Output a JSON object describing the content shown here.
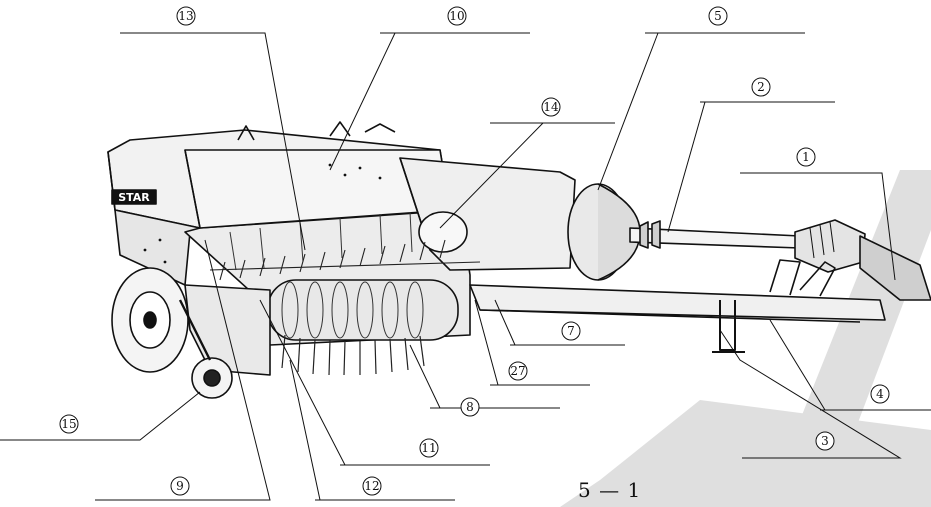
{
  "figure": {
    "label": "5 — 1",
    "brand_text": "STAR"
  },
  "callouts": [
    {
      "id": "c1",
      "number": "1"
    },
    {
      "id": "c2",
      "number": "2"
    },
    {
      "id": "c3",
      "number": "3"
    },
    {
      "id": "c4",
      "number": "4"
    },
    {
      "id": "c5",
      "number": "5"
    },
    {
      "id": "c7",
      "number": "7"
    },
    {
      "id": "c8",
      "number": "8"
    },
    {
      "id": "c9",
      "number": "9"
    },
    {
      "id": "c10",
      "number": "10"
    },
    {
      "id": "c11",
      "number": "11"
    },
    {
      "id": "c12",
      "number": "12"
    },
    {
      "id": "c13",
      "number": "13"
    },
    {
      "id": "c14",
      "number": "14"
    },
    {
      "id": "c15",
      "number": "15"
    },
    {
      "id": "c27",
      "number": "27"
    }
  ],
  "colors": {
    "ink": "#111111",
    "machine_fill": "#f2f2f2",
    "shade": "#9a9a9a",
    "watermark": "#dcdcdc"
  }
}
